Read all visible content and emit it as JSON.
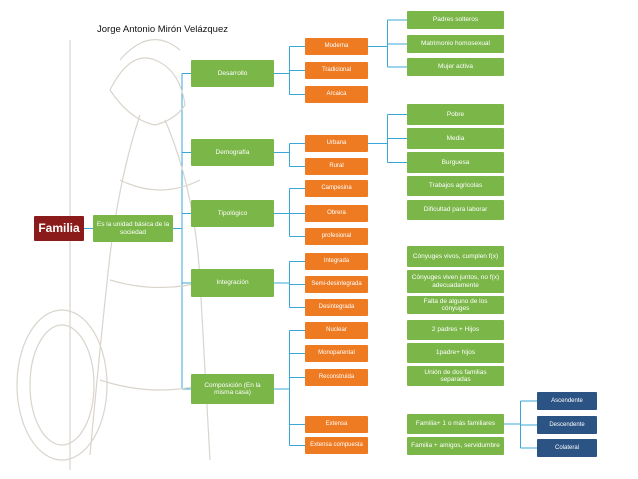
{
  "author": "Jorge Antonio Mirón Velázquez",
  "root": "Familia",
  "definition": "Es la unidad básica de la sociedad",
  "categories": [
    {
      "label": "Desarrollo",
      "sub": [
        {
          "label": "Moderna",
          "leaves": [
            "Padres solteros",
            "Matrimonio homosexual",
            "Mujer activa"
          ]
        },
        {
          "label": "Tradicional",
          "leaves": []
        },
        {
          "label": "Arcaica",
          "leaves": []
        }
      ]
    },
    {
      "label": "Demografía",
      "sub": [
        {
          "label": "Urbana",
          "leaves": [
            "Pobre",
            "Media",
            "Burguesa"
          ]
        },
        {
          "label": "Rural",
          "leaves": []
        }
      ]
    },
    {
      "label": "Tipológico",
      "sub": [
        {
          "label": "Campesina",
          "leaves": [
            "Trabajos agrícolas"
          ]
        },
        {
          "label": "Obrera",
          "leaves": [
            "Dificultad para laborar"
          ]
        },
        {
          "label": "profesional",
          "leaves": []
        }
      ]
    },
    {
      "label": "Integración",
      "sub": [
        {
          "label": "Integrada",
          "leaves": [
            "Cónyuges vivos, cumplen f(x)"
          ]
        },
        {
          "label": "Semi-desintegrada",
          "leaves": [
            "Cónyuges viven juntos, no f(x) adecuadamente"
          ]
        },
        {
          "label": "Desintegrada",
          "leaves": [
            "Falta de alguno de los cónyuges"
          ]
        }
      ]
    },
    {
      "label": "Composición (En la misma casa)",
      "sub": [
        {
          "label": "Nuclear",
          "leaves": [
            "2 padres + Hijos"
          ]
        },
        {
          "label": "Monoparental",
          "leaves": [
            "1padre+ hijos"
          ]
        },
        {
          "label": "Reconstruida",
          "leaves": [
            "Unión de dos familias separadas"
          ]
        },
        {
          "label": "Extensa",
          "leaves": [
            "Familia+ 1 o más familiares"
          ],
          "extra": [
            "Ascendente",
            "Descendente",
            "Colateral"
          ]
        },
        {
          "label": "Extensa compuesta",
          "leaves": [
            "Familia + amigos, servidumbre"
          ]
        }
      ]
    }
  ]
}
